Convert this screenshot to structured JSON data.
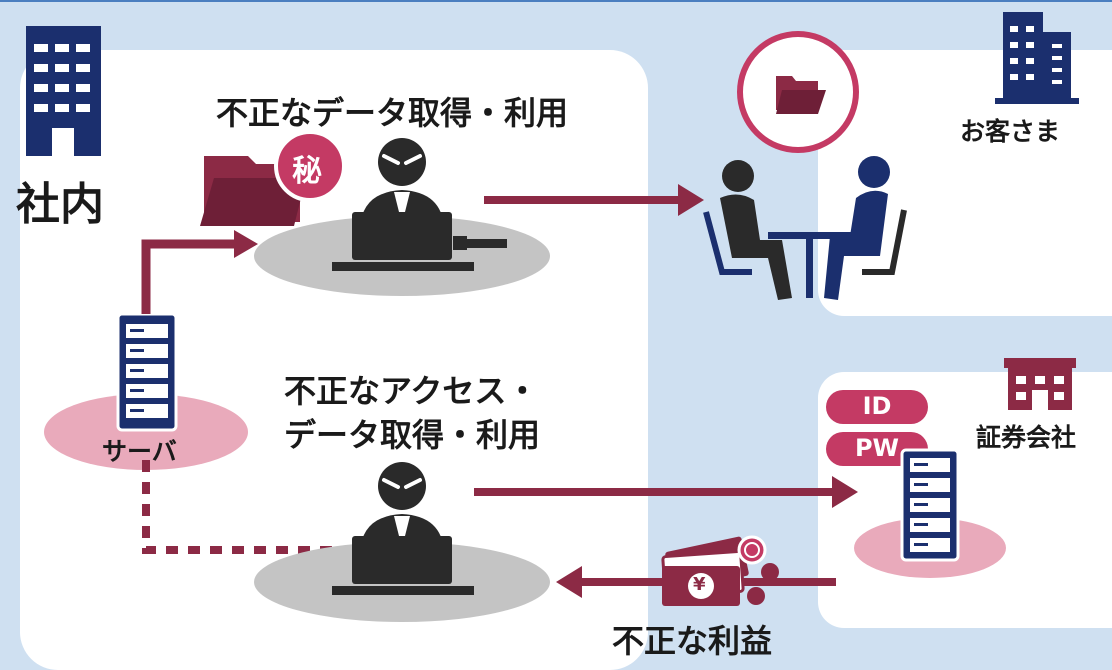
{
  "labels": {
    "inside_company": "社内",
    "customer": "お客さま",
    "securities_company": "証券会社",
    "server": "サーバ",
    "top_threat": "不正なデータ取得・利用",
    "middle_threat_line1": "不正なアクセス・",
    "middle_threat_line2": "データ取得・利用",
    "illegal_profit": "不正な利益",
    "secret_badge": "秘",
    "id_badge": "ID",
    "pw_badge": "PW",
    "yen_symbol": "¥"
  },
  "colors": {
    "background": "#cfe0f1",
    "panel": "#ffffff",
    "accent": "#8c2a45",
    "badge": "#c43a64",
    "navy": "#1b2f6e",
    "dark": "#2a2a2a",
    "ellipse_gray": "#c4c4c4",
    "ellipse_pink": "#e9aabb"
  }
}
